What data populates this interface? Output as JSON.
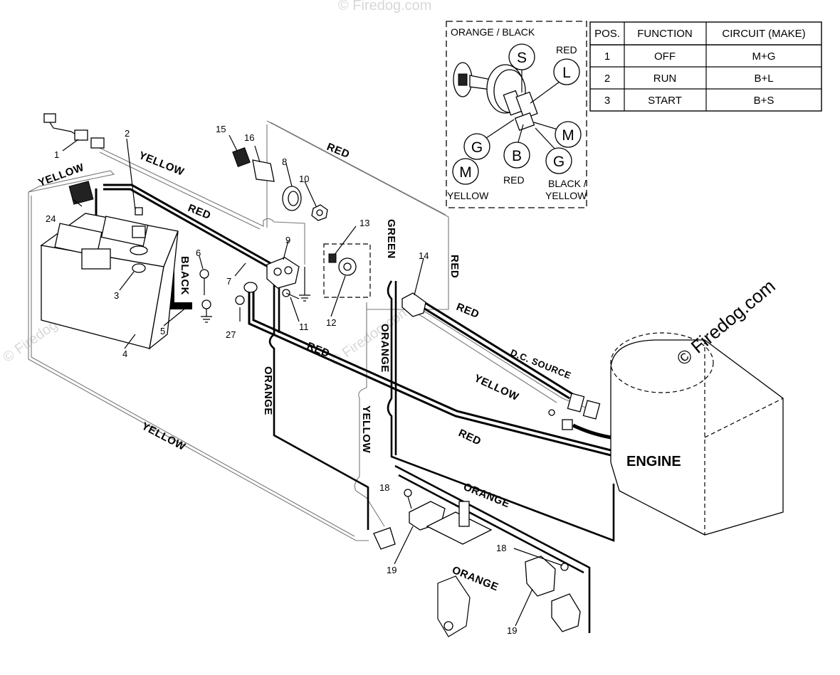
{
  "key_switch": {
    "top_label": "ORANGE / BLACK",
    "terminals": {
      "S": "S",
      "L": "L",
      "M_right": "M",
      "G_left": "G",
      "B": "B",
      "G_right": "G",
      "M_left": "M"
    },
    "wire_labels": {
      "red_top": "RED",
      "red_bottom": "RED",
      "yellow": "YELLOW",
      "black_yellow_1": "BLACK /",
      "black_yellow_2": "YELLOW"
    }
  },
  "table": {
    "headers": [
      "POS.",
      "FUNCTION",
      "CIRCUIT  (MAKE)"
    ],
    "rows": [
      [
        "1",
        "OFF",
        "M+G"
      ],
      [
        "2",
        "RUN",
        "B+L"
      ],
      [
        "3",
        "START",
        "B+S"
      ]
    ]
  },
  "wire_labels": {
    "yellow_1": "YELLOW",
    "yellow_2": "YELLOW",
    "yellow_3": "YELLOW",
    "yellow_4": "YELLOW",
    "yellow_5": "YELLOW",
    "red_1": "RED",
    "red_2": "RED",
    "red_3": "RED",
    "red_4": "RED",
    "red_5": "RED",
    "red_6": "RED",
    "black": "BLACK",
    "green": "GREEN",
    "orange_1": "ORANGE",
    "orange_2": "ORANGE",
    "orange_3": "ORANGE",
    "orange_4": "ORANGE",
    "dc_source": "D.C. SOURCE",
    "engine": "ENGINE"
  },
  "part_numbers": {
    "p1": "1",
    "p2": "2",
    "p3": "3",
    "p4": "4",
    "p5": "5",
    "p6": "6",
    "p7": "7",
    "p8": "8",
    "p9": "9",
    "p10": "10",
    "p11": "11",
    "p12": "12",
    "p13": "13",
    "p14": "14",
    "p15": "15",
    "p16": "16",
    "p18a": "18",
    "p18b": "18",
    "p19a": "19",
    "p19b": "19",
    "p24": "24",
    "p27": "27"
  },
  "watermark": {
    "copyright": "© Firedog.com",
    "faint": "© Firedog.com"
  }
}
